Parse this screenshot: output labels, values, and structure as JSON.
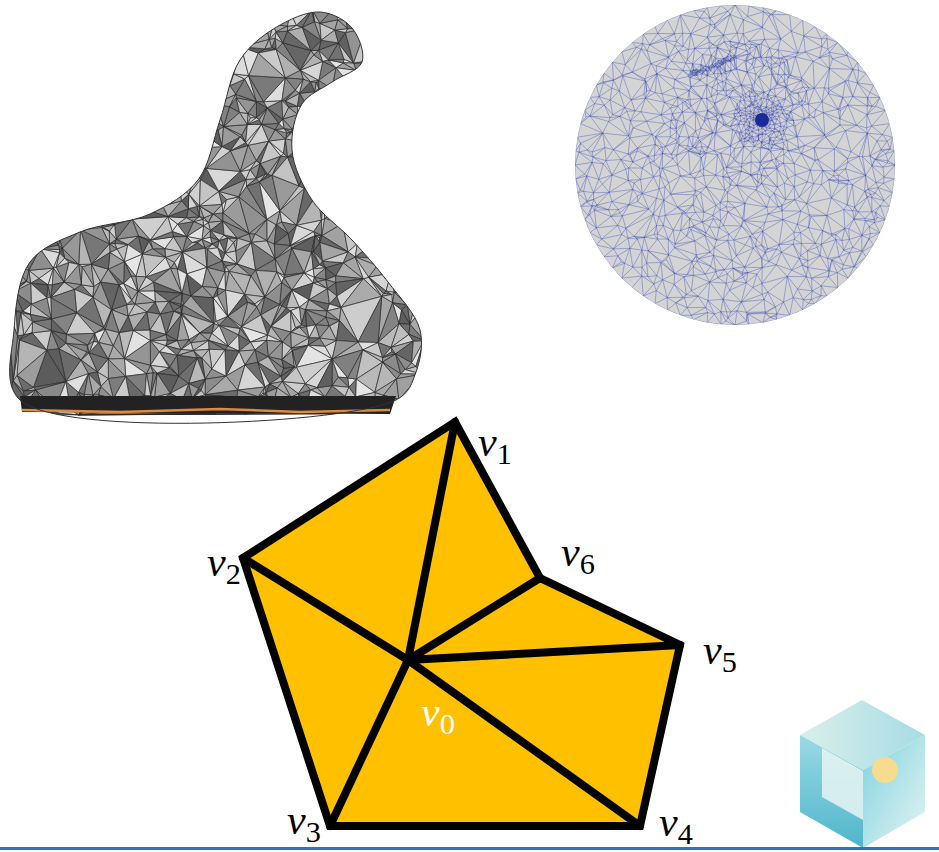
{
  "diagram": {
    "labels": [
      "v1",
      "v2",
      "v6",
      "v5",
      "v0",
      "v3",
      "v4"
    ]
  }
}
